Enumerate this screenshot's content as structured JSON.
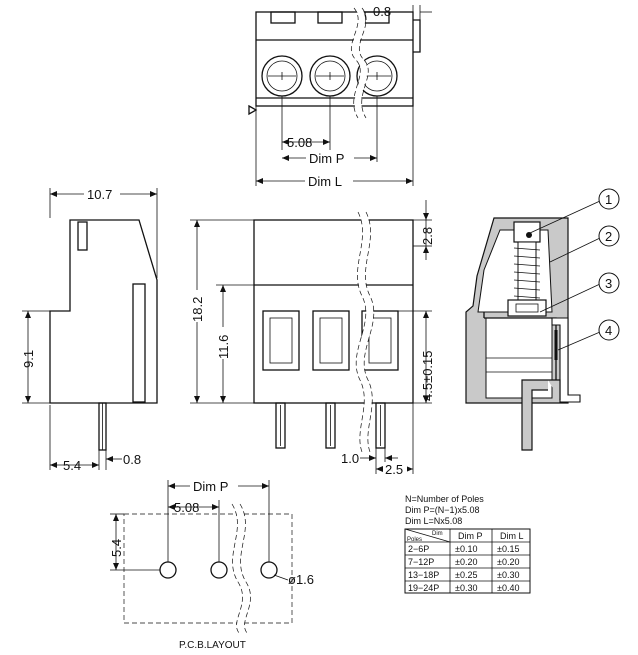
{
  "dims": {
    "top_dim_08": "0.8",
    "pitch": "5.08",
    "dim_p": "Dim  P",
    "dim_l": "Dim  L",
    "width_107": "10.7",
    "height_182": "18.2",
    "height_116": "11.6",
    "height_91": "9.1",
    "height_28": "2.8",
    "height_45": "4.5±0.15",
    "side_54": "5.4",
    "side_08": "0.8",
    "pin_10": "1.0",
    "pin_25": "2.5",
    "pcb_dim_p": "Dim  P",
    "pcb_pitch": "5.08",
    "pcb_54": "5.4",
    "hole_dia": "ø1.6"
  },
  "callouts": [
    "1",
    "2",
    "3",
    "4"
  ],
  "notes": {
    "line1": "N=Number  of  Poles",
    "line2": "Dim  P=(N−1)x5.08",
    "line3": "Dim  L=Nx5.08"
  },
  "table": {
    "corner_top": "Dim",
    "corner_bottom": "Poles",
    "headers": [
      "Dim  P",
      "Dim  L"
    ],
    "rows": [
      [
        "2−6P",
        "±0.10",
        "±0.15"
      ],
      [
        "7−12P",
        "±0.20",
        "±0.20"
      ],
      [
        "13−18P",
        "±0.25",
        "±0.30"
      ],
      [
        "19−24P",
        "±0.30",
        "±0.40"
      ]
    ]
  },
  "pcb_caption": "P.C.B.LAYOUT"
}
